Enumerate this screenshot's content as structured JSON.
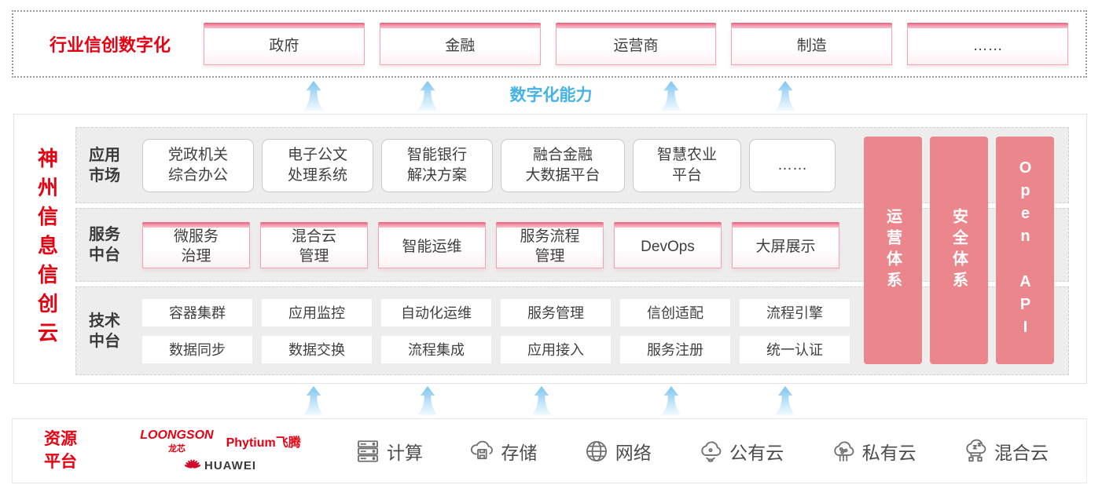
{
  "top_banner": {
    "title": "行业信创数字化",
    "industries": [
      "政府",
      "金融",
      "运营商",
      "制造",
      "……"
    ]
  },
  "capability_label": "数字化能力",
  "cloud_platform": {
    "title": "神州信息信创云",
    "app_market": {
      "label": "应用\n市场",
      "items": [
        "党政机关\n综合办公",
        "电子公文\n处理系统",
        "智能银行\n解决方案",
        "融合金融\n大数据平台",
        "智慧农业\n平台",
        "……"
      ]
    },
    "service_platform": {
      "label": "服务\n中台",
      "items": [
        "微服务\n治理",
        "混合云\n管理",
        "智能运维",
        "服务流程\n管理",
        "DevOps",
        "大屏展示"
      ]
    },
    "tech_platform": {
      "label": "技术\n中台",
      "items_row1": [
        "容器集群",
        "应用监控",
        "自动化运维",
        "服务管理",
        "信创适配",
        "流程引擎"
      ],
      "items_row2": [
        "数据同步",
        "数据交换",
        "流程集成",
        "应用接入",
        "服务注册",
        "统一认证"
      ]
    },
    "pillars": [
      "运营体系",
      "安全体系",
      "Open API"
    ]
  },
  "resource_platform": {
    "title": "资源\n平台",
    "vendors": {
      "loongson_en": "LOONGSON",
      "loongson_cn": "龙芯",
      "phytium": "Phytium飞腾",
      "huawei": "HUAWEI"
    },
    "resources": [
      {
        "icon": "server-icon",
        "label": "计算"
      },
      {
        "icon": "storage-cloud-icon",
        "label": "存储"
      },
      {
        "icon": "network-globe-icon",
        "label": "网络"
      },
      {
        "icon": "public-cloud-icon",
        "label": "公有云"
      },
      {
        "icon": "private-cloud-icon",
        "label": "私有云"
      },
      {
        "icon": "hybrid-cloud-icon",
        "label": "混合云"
      }
    ]
  },
  "colors": {
    "brand_red": "#e60012",
    "pillar_pink": "#ec868d",
    "capability_blue": "#45b2e8",
    "row_gray": "#ededed"
  }
}
